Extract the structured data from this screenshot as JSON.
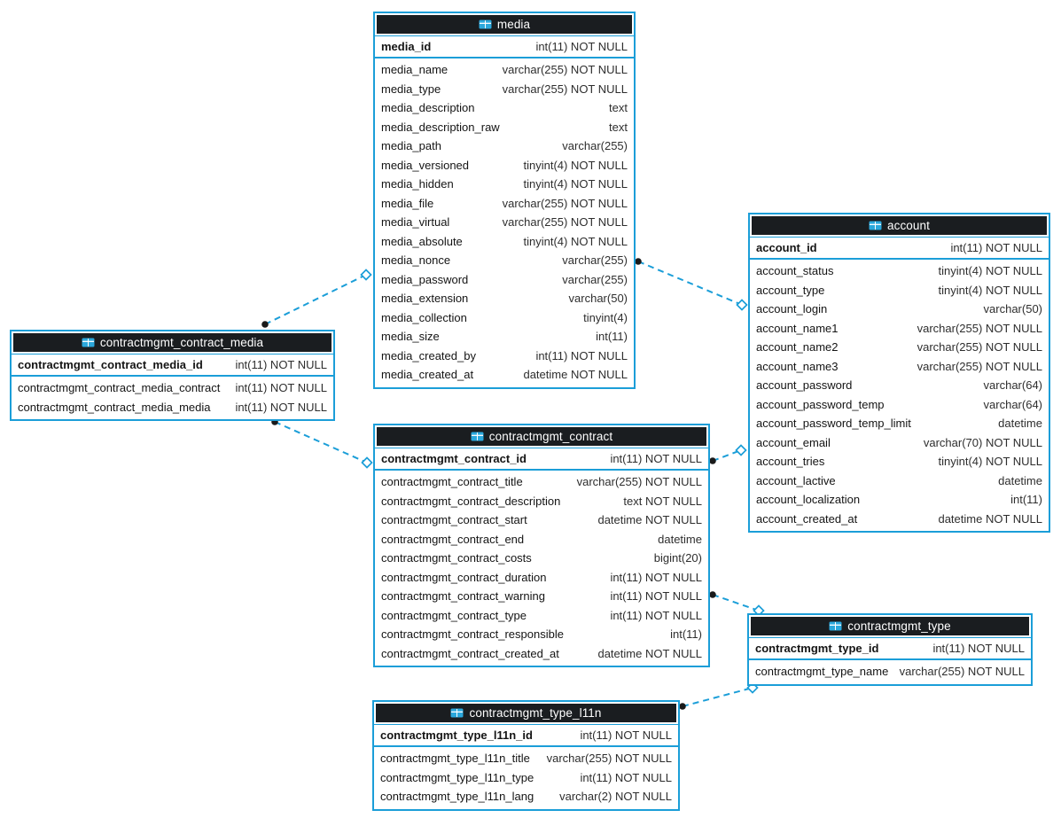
{
  "diagram": {
    "background": "#ffffff",
    "accent_color": "#1b9ed8",
    "header_bg": "#1a1d20",
    "header_text_color": "#ffffff",
    "connector_style": "dashed",
    "connector_dot_color": "#1a1a1a",
    "icon": "table-icon"
  },
  "tables": [
    {
      "id": "media",
      "title": "media",
      "primary_key": {
        "name": "media_id",
        "type": "int(11) NOT NULL"
      },
      "columns": [
        {
          "name": "media_name",
          "type": "varchar(255) NOT NULL"
        },
        {
          "name": "media_type",
          "type": "varchar(255) NOT NULL"
        },
        {
          "name": "media_description",
          "type": "text"
        },
        {
          "name": "media_description_raw",
          "type": "text"
        },
        {
          "name": "media_path",
          "type": "varchar(255)"
        },
        {
          "name": "media_versioned",
          "type": "tinyint(4) NOT NULL"
        },
        {
          "name": "media_hidden",
          "type": "tinyint(4) NOT NULL"
        },
        {
          "name": "media_file",
          "type": "varchar(255) NOT NULL"
        },
        {
          "name": "media_virtual",
          "type": "varchar(255) NOT NULL"
        },
        {
          "name": "media_absolute",
          "type": "tinyint(4) NOT NULL"
        },
        {
          "name": "media_nonce",
          "type": "varchar(255)"
        },
        {
          "name": "media_password",
          "type": "varchar(255)"
        },
        {
          "name": "media_extension",
          "type": "varchar(50)"
        },
        {
          "name": "media_collection",
          "type": "tinyint(4)"
        },
        {
          "name": "media_size",
          "type": "int(11)"
        },
        {
          "name": "media_created_by",
          "type": "int(11) NOT NULL"
        },
        {
          "name": "media_created_at",
          "type": "datetime NOT NULL"
        }
      ]
    },
    {
      "id": "account",
      "title": "account",
      "primary_key": {
        "name": "account_id",
        "type": "int(11) NOT NULL"
      },
      "columns": [
        {
          "name": "account_status",
          "type": "tinyint(4) NOT NULL"
        },
        {
          "name": "account_type",
          "type": "tinyint(4) NOT NULL"
        },
        {
          "name": "account_login",
          "type": "varchar(50)"
        },
        {
          "name": "account_name1",
          "type": "varchar(255) NOT NULL"
        },
        {
          "name": "account_name2",
          "type": "varchar(255) NOT NULL"
        },
        {
          "name": "account_name3",
          "type": "varchar(255) NOT NULL"
        },
        {
          "name": "account_password",
          "type": "varchar(64)"
        },
        {
          "name": "account_password_temp",
          "type": "varchar(64)"
        },
        {
          "name": "account_password_temp_limit",
          "type": "datetime"
        },
        {
          "name": "account_email",
          "type": "varchar(70) NOT NULL"
        },
        {
          "name": "account_tries",
          "type": "tinyint(4) NOT NULL"
        },
        {
          "name": "account_lactive",
          "type": "datetime"
        },
        {
          "name": "account_localization",
          "type": "int(11)"
        },
        {
          "name": "account_created_at",
          "type": "datetime NOT NULL"
        }
      ]
    },
    {
      "id": "contractmgmt_contract_media",
      "title": "contractmgmt_contract_media",
      "primary_key": {
        "name": "contractmgmt_contract_media_id",
        "type": "int(11) NOT NULL"
      },
      "columns": [
        {
          "name": "contractmgmt_contract_media_contract",
          "type": "int(11) NOT NULL"
        },
        {
          "name": "contractmgmt_contract_media_media",
          "type": "int(11) NOT NULL"
        }
      ]
    },
    {
      "id": "contractmgmt_contract",
      "title": "contractmgmt_contract",
      "primary_key": {
        "name": "contractmgmt_contract_id",
        "type": "int(11) NOT NULL"
      },
      "columns": [
        {
          "name": "contractmgmt_contract_title",
          "type": "varchar(255) NOT NULL"
        },
        {
          "name": "contractmgmt_contract_description",
          "type": "text NOT NULL"
        },
        {
          "name": "contractmgmt_contract_start",
          "type": "datetime NOT NULL"
        },
        {
          "name": "contractmgmt_contract_end",
          "type": "datetime"
        },
        {
          "name": "contractmgmt_contract_costs",
          "type": "bigint(20)"
        },
        {
          "name": "contractmgmt_contract_duration",
          "type": "int(11) NOT NULL"
        },
        {
          "name": "contractmgmt_contract_warning",
          "type": "int(11) NOT NULL"
        },
        {
          "name": "contractmgmt_contract_type",
          "type": "int(11) NOT NULL"
        },
        {
          "name": "contractmgmt_contract_responsible",
          "type": "int(11)"
        },
        {
          "name": "contractmgmt_contract_created_at",
          "type": "datetime NOT NULL"
        }
      ]
    },
    {
      "id": "contractmgmt_type",
      "title": "contractmgmt_type",
      "primary_key": {
        "name": "contractmgmt_type_id",
        "type": "int(11) NOT NULL"
      },
      "columns": [
        {
          "name": "contractmgmt_type_name",
          "type": "varchar(255) NOT NULL"
        }
      ]
    },
    {
      "id": "contractmgmt_type_l11n",
      "title": "contractmgmt_type_l11n",
      "primary_key": {
        "name": "contractmgmt_type_l11n_id",
        "type": "int(11) NOT NULL"
      },
      "columns": [
        {
          "name": "contractmgmt_type_l11n_title",
          "type": "varchar(255) NOT NULL"
        },
        {
          "name": "contractmgmt_type_l11n_type",
          "type": "int(11) NOT NULL"
        },
        {
          "name": "contractmgmt_type_l11n_lang",
          "type": "varchar(2) NOT NULL"
        }
      ]
    }
  ],
  "connections": [
    {
      "from": "contractmgmt_contract_media",
      "to": "media"
    },
    {
      "from": "media",
      "to": "account"
    },
    {
      "from": "contractmgmt_contract_media",
      "to": "contractmgmt_contract"
    },
    {
      "from": "contractmgmt_contract",
      "to": "account"
    },
    {
      "from": "contractmgmt_contract",
      "to": "contractmgmt_type"
    },
    {
      "from": "contractmgmt_type_l11n",
      "to": "contractmgmt_type"
    }
  ]
}
